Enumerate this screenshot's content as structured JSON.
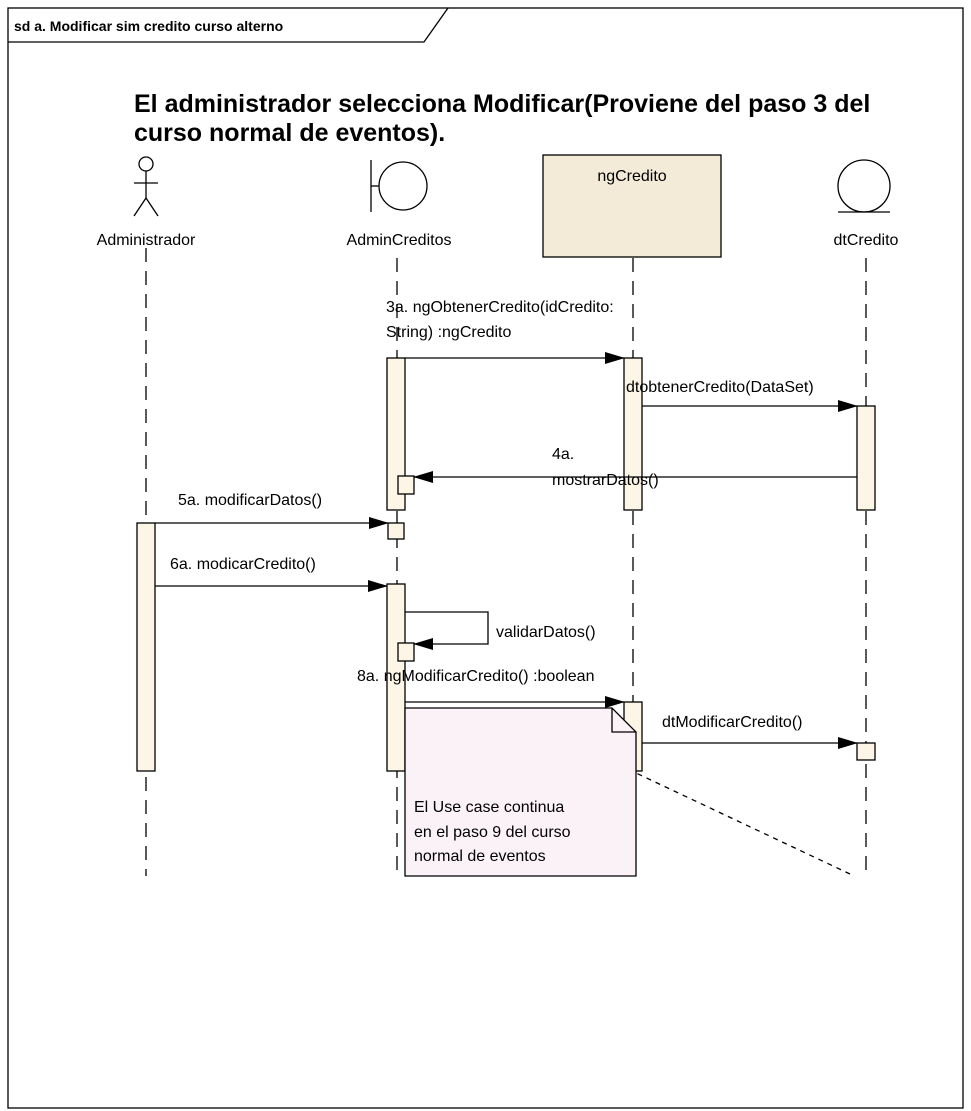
{
  "frame": {
    "title": "sd a. Modificar sim credito curso alterno"
  },
  "heading": {
    "line1": "El administrador selecciona Modificar(Proviene del paso 3 del",
    "line2": "curso normal de eventos)."
  },
  "lifelines": {
    "administrador": "Administrador",
    "admin_creditos": "AdminCreditos",
    "ng_credito": "ngCredito",
    "dt_credito": "dtCredito"
  },
  "messages": {
    "m3a_line1": "3a. ngObtenerCredito(idCredito:",
    "m3a_line2": "String) :ngCredito",
    "m_dtobtener": "dtobtenerCredito(DataSet)",
    "m4a_line1": "4a.",
    "m4a_line2": "mostrarDatos()",
    "m5a": "5a. modificarDatos()",
    "m6a": "6a. modicarCredito()",
    "m_validar": "validarDatos()",
    "m8a": "8a. ngModificarCredito() :boolean",
    "m_dtmodificar": "dtModificarCredito()"
  },
  "note": {
    "line1": "El Use case continua",
    "line2": "en el paso 9 del curso",
    "line3": "normal de eventos"
  },
  "colors": {
    "activation_fill": "#fdf5e6",
    "class_box_fill": "#f3ead7",
    "note_fill": "#fbf2f8",
    "stroke": "#000000"
  }
}
